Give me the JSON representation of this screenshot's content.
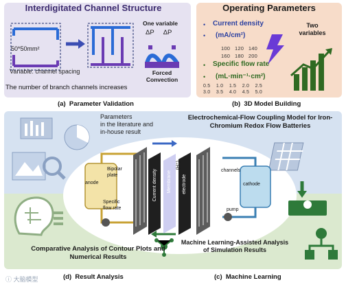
{
  "panel_a": {
    "title": "Interdigitated Channel Structure",
    "area_label": "50*50mm²",
    "variable_note": "Variable: channel spacing",
    "branch_note": "The number of branch channels increases",
    "one_variable": "One variable",
    "delta_p": "ΔP     ΔP",
    "forced_convection": "Forced Convection",
    "caption": "(a)  Parameter Validation"
  },
  "panel_b": {
    "title": "Operating Parameters",
    "current_density": "Current density",
    "current_unit": "(mA/cm²)",
    "current_values_row1": "100   120   140",
    "current_values_row2": "160   180   200",
    "flow_rate": "Specific flow rate",
    "flow_unit": "(mL·min⁻¹·cm²)",
    "flow_values_row1": "0.5    1.0    1.5    2.0    2.5",
    "flow_values_row2": "3.0    3.5    4.0    4.5    5.0",
    "two_variables": "Two variables",
    "caption": "(b)  3D Model Building"
  },
  "main": {
    "literature": "Parameters\nin the literature and\nin-house result",
    "model_title": "Electrochemical-Flow Coupling Model for Iron-Chromium Redox Flow Batteries",
    "ml_title": "Machine Learning-Assisted Analysis of Simulation Results",
    "contour_title": "Comparative Analysis of Contour Plots and Numerical Results",
    "caption_d": "(d)  Result Analysis",
    "caption_c": "(c)  Machine Learning"
  },
  "cell": {
    "anode": "anode",
    "cathode": "cathode",
    "bipolar_plate": "Bipolar plate",
    "specific_flow_rate": "Specific flow rate",
    "current_density": "Current density",
    "membrane": "Membrane",
    "h_plus": "(H⁺)",
    "electrode": "electrode",
    "channels": "channels",
    "pump": "pump"
  },
  "watermark": "ⓘ 大脑模型"
}
